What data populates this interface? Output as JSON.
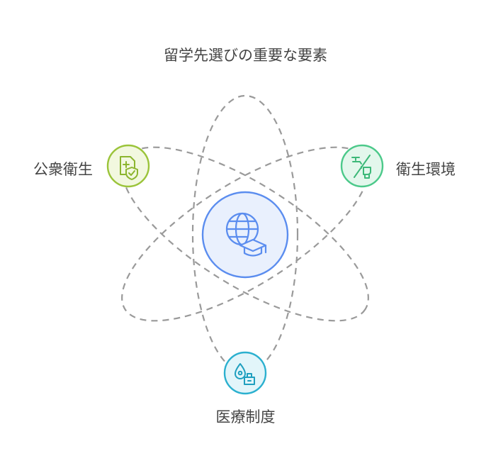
{
  "title": "留学先選びの重要な要素",
  "nodes": {
    "center": {
      "icon": "globe-graduation-cap-icon",
      "color": "#5b8def",
      "fill": "#e9f0fd"
    },
    "left": {
      "label": "公衆衛生",
      "icon": "health-document-shield-icon",
      "color": "#9bc43a",
      "fill": "#f2f8df"
    },
    "right": {
      "label": "衛生環境",
      "icon": "faucet-toilet-icon",
      "color": "#4cc98a",
      "fill": "#e3f7ec"
    },
    "bottom": {
      "label": "医療制度",
      "icon": "medicine-drop-hospital-icon",
      "color": "#2bb0cf",
      "fill": "#e2f5fa"
    }
  },
  "orbit_color": "#9a9a9a"
}
